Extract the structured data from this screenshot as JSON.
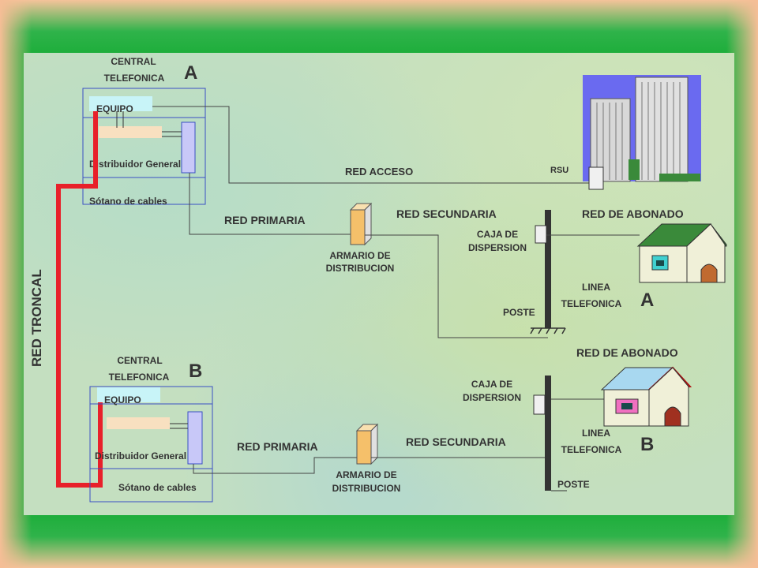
{
  "labels": {
    "central_a_1": "CENTRAL",
    "central_a_2": "TELEFONICA",
    "letter_a_top": "A",
    "equipo_a": "EQUIPO",
    "distribuidor_a": "Distribuidor General",
    "sotano_a": "Sótano de cables",
    "red_acceso": "RED  ACCESO",
    "rsu": "RSU",
    "red_primaria_a": "RED  PRIMARIA",
    "red_secundaria_a": "RED SECUNDARIA",
    "red_abonado_a": "RED DE ABONADO",
    "caja_a_1": "CAJA DE",
    "caja_a_2": "DISPERSION",
    "armario_a_1": "ARMARIO DE",
    "armario_a_2": "DISTRIBUCION",
    "linea_a_1": "LINEA",
    "linea_a_2": "TELEFONICA",
    "letter_a_right": "A",
    "poste_a": "POSTE",
    "red_troncal": "RED TRONCAL",
    "central_b_1": "CENTRAL",
    "central_b_2": "TELEFONICA",
    "letter_b_top": "B",
    "equipo_b": "EQUIPO",
    "distribuidor_b": "Distribuidor General",
    "sotano_b": "Sótano de cables",
    "red_primaria_b": "RED  PRIMARIA",
    "red_secundaria_b": "RED SECUNDARIA",
    "red_abonado_b": "RED DE ABONADO",
    "caja_b_1": "CAJA DE",
    "caja_b_2": "DISPERSION",
    "armario_b_1": "ARMARIO DE",
    "armario_b_2": "DISTRIBUCION",
    "linea_b_1": "LINEA",
    "linea_b_2": "TELEFONICA",
    "letter_b_right": "B",
    "poste_b": "POSTE"
  },
  "colors": {
    "troncal": "#e8202a",
    "armario": "#f5c06a",
    "equipo": "#c8f4f8",
    "distribuidor": "#c8c8f8",
    "house_roof": "#3a8a3a",
    "house_wall": "#f0f0d8",
    "poste": "#333333"
  }
}
